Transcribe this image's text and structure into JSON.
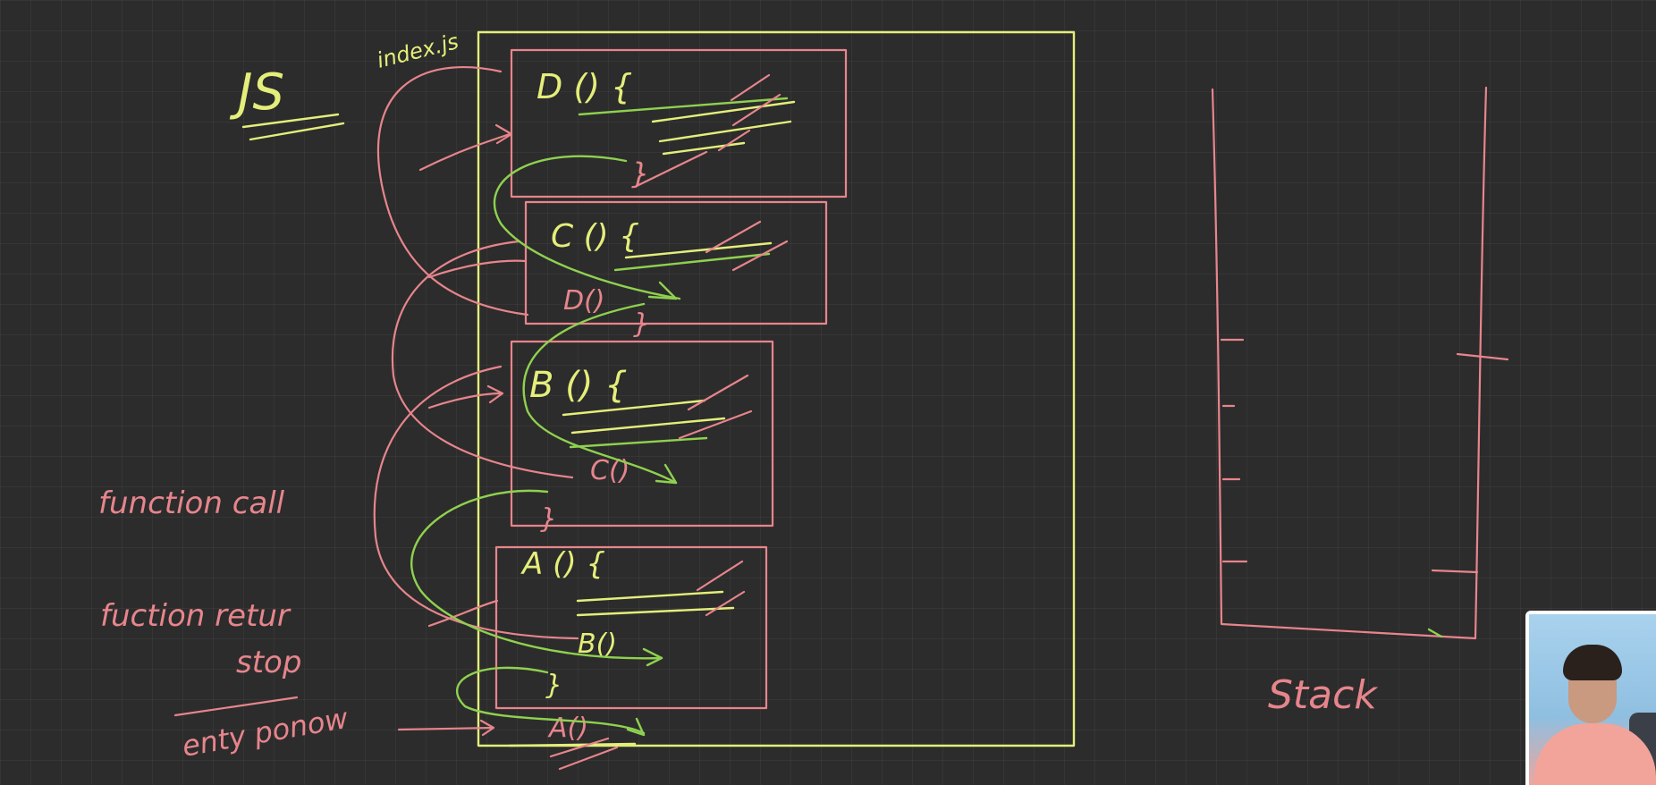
{
  "board": {
    "title": "JS",
    "file_label": "index.js",
    "functions": [
      {
        "header": "D () {",
        "close": "}"
      },
      {
        "header": "C () {",
        "call": "D()",
        "close": "}"
      },
      {
        "header": "B () {",
        "call": "C()",
        "close": "}"
      },
      {
        "header": "A () {",
        "call": "B()",
        "close": "}"
      }
    ],
    "entry_call": "A()",
    "notes": {
      "function_call": "function call",
      "function_return": "fuction retur",
      "stop": "stop",
      "entry_point": "enty ponow"
    },
    "stack_label": "Stack"
  },
  "colors": {
    "background": "#2c2c2c",
    "yellow_ink": "#e4ee7a",
    "red_ink": "#e7858c",
    "green_ink": "#8fd14f"
  },
  "webcam": {
    "icon": "presenter-webcam"
  }
}
